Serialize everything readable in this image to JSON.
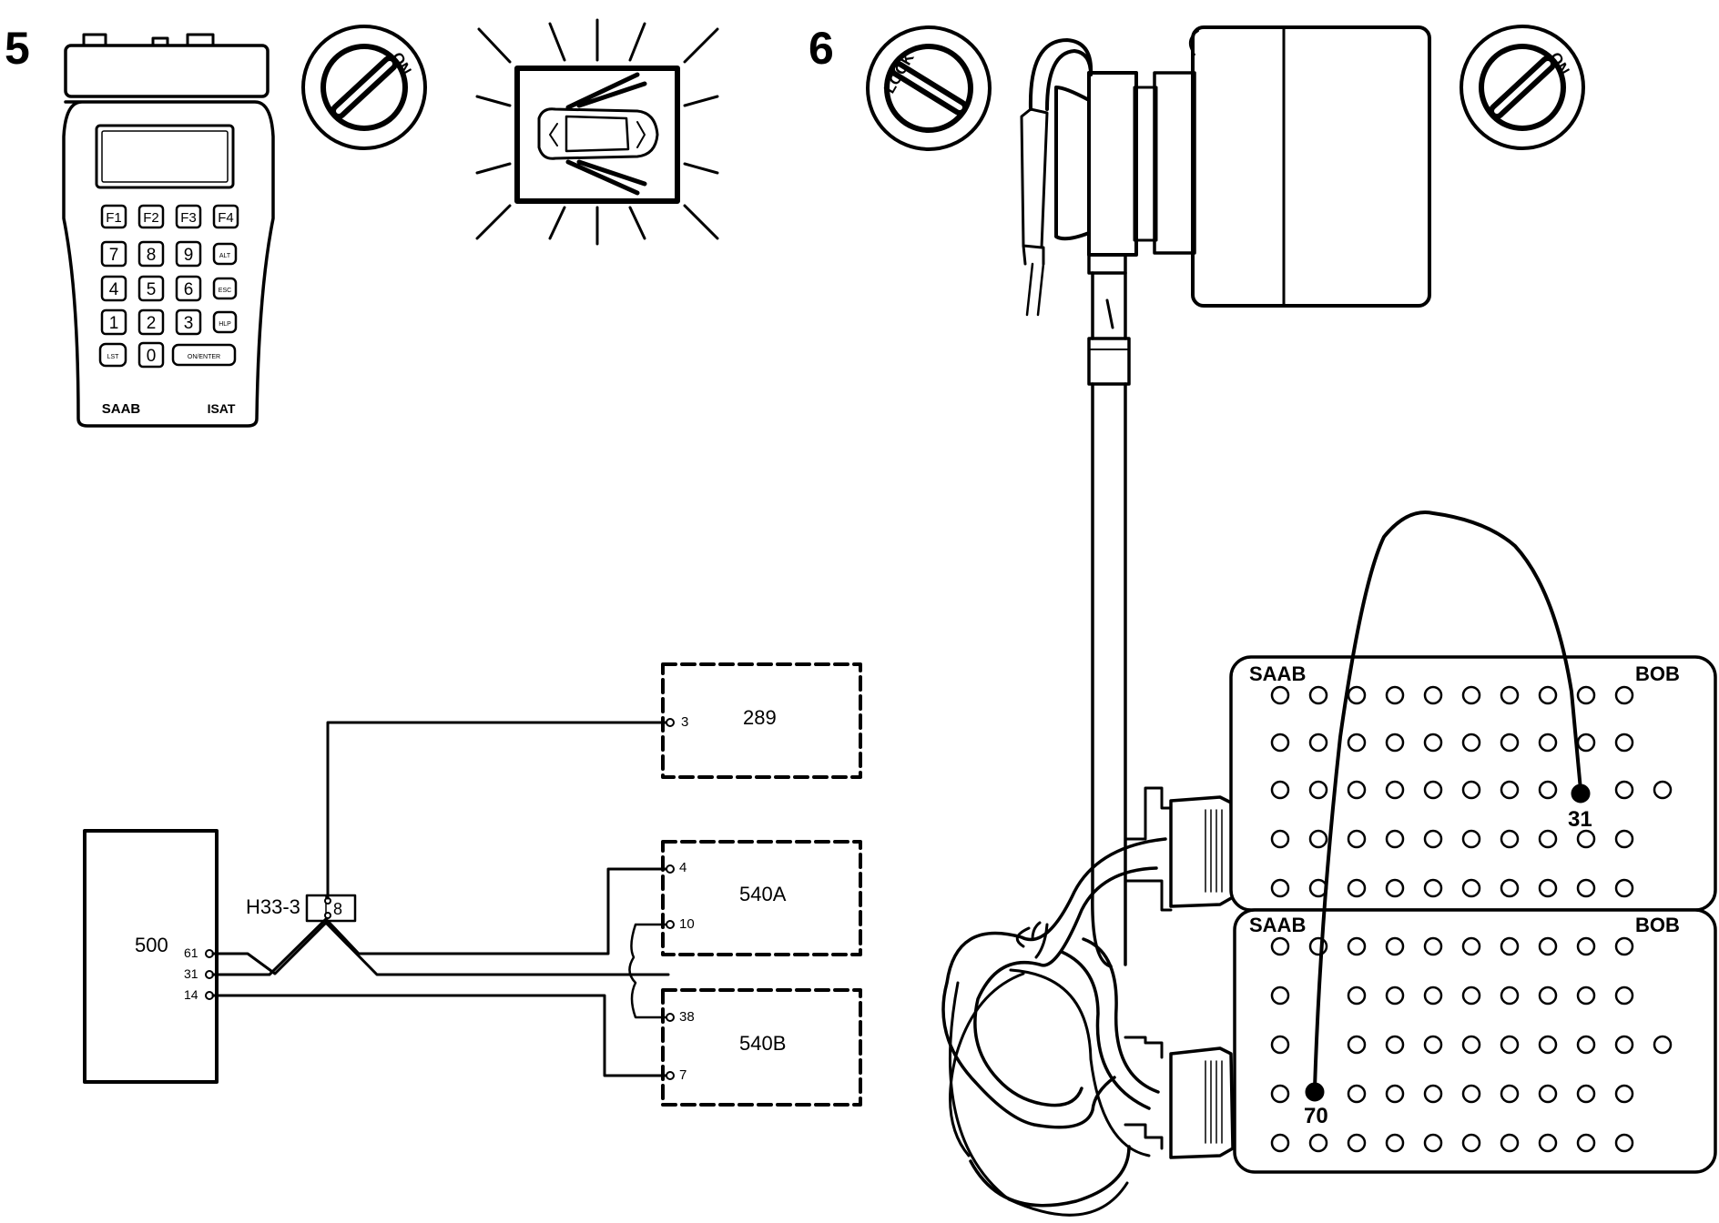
{
  "step5": {
    "number": "5",
    "tester": {
      "keys_fn": [
        "F1",
        "F2",
        "F3",
        "F4"
      ],
      "keys_row1": [
        "7",
        "8",
        "9",
        "ALT"
      ],
      "keys_row2": [
        "4",
        "5",
        "6",
        "ESC"
      ],
      "keys_row3": [
        "1",
        "2",
        "3",
        "HLP"
      ],
      "key_lst": "LST",
      "key_zero": "0",
      "key_enter": "ON/ENTER",
      "brand": "SAAB",
      "model": "ISAT"
    },
    "ignition_label": "ON"
  },
  "step6": {
    "number": "6",
    "lock_label": "LOCK",
    "on_label": "ON",
    "bob_top": {
      "left": "SAAB",
      "right": "BOB"
    },
    "bob_bottom": {
      "left": "SAAB",
      "right": "BOB"
    },
    "pin_a": "31",
    "pin_b": "70"
  },
  "schematic": {
    "ecu": "500",
    "ecu_pins": [
      "61",
      "31",
      "14"
    ],
    "junction": "H33-3",
    "junction_pin": "8",
    "box_289": {
      "label": "289",
      "pin": "3"
    },
    "box_540a": {
      "label": "540A",
      "pins": [
        "4",
        "10"
      ]
    },
    "box_540b": {
      "label": "540B",
      "pins": [
        "38",
        "7"
      ]
    }
  }
}
